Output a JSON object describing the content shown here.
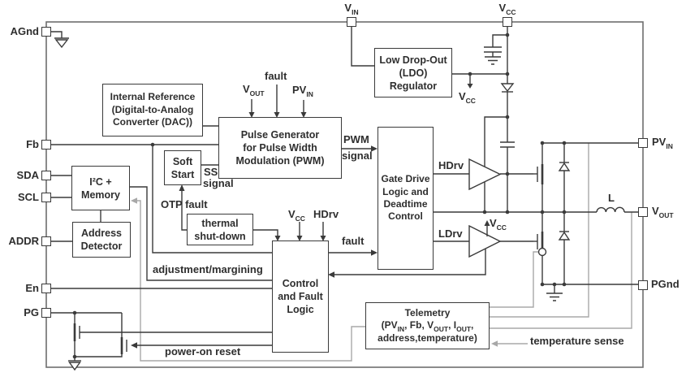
{
  "figure": {
    "pins": {
      "agnd": "AGnd",
      "fb": "Fb",
      "sda": "SDA",
      "scl": "SCL",
      "addr": "ADDR",
      "en": "En",
      "pg": "PG",
      "vin": "V~IN~",
      "vcc": "V~CC~",
      "pvin": "PV~IN~",
      "vout": "V~OUT~",
      "pgnd": "PGnd"
    },
    "blocks": {
      "internal_reference": [
        "Internal Reference",
        "(Digital-to-Analog",
        "Converter (DAC))"
      ],
      "pulse_generator": [
        "Pulse Generator",
        "for Pulse Width",
        "Modulation (PWM)"
      ],
      "soft_start": [
        "Soft",
        "Start"
      ],
      "i2c_memory": [
        "I²C +",
        "Memory"
      ],
      "address_detector": [
        "Address",
        "Detector"
      ],
      "thermal_shutdown": [
        "thermal",
        "shut-down"
      ],
      "control_fault_logic": [
        "Control",
        "and Fault",
        "Logic"
      ],
      "gate_drive": [
        "Gate Drive",
        "Logic and",
        "Deadtime",
        "Control"
      ],
      "ldo": [
        "Low Drop-Out",
        "(LDO)",
        "Regulator"
      ],
      "telemetry": [
        "Telemetry",
        "(PV~IN~, Fb, V~OUT~, I~OUT~,",
        "address,temperature)"
      ]
    },
    "signals": {
      "fault_top": "fault",
      "vout_top": "V~OUT~",
      "pvin_top": "PV~IN~",
      "pwm": "PWM",
      "pwm_signal": "signal",
      "ss": "SS",
      "ss_signal": "signal",
      "otp_fault": "OTP fault",
      "vcc_ldo": "V~CC~",
      "vcc_ctrl": "V~CC~",
      "hdrv_ctrl": "HDrv",
      "hdrv": "HDrv",
      "ldrv": "LDrv",
      "vcc_ldrv": "V~CC~",
      "fault_mid": "fault",
      "adjustment": "adjustment/margining",
      "power_on_reset": "power-on reset",
      "temperature_sense": "temperature sense",
      "inductor": "L"
    },
    "colors": {
      "wire": "#3a3a3a",
      "sense_wire": "#a8a8a8",
      "background": "#ffffff"
    }
  }
}
